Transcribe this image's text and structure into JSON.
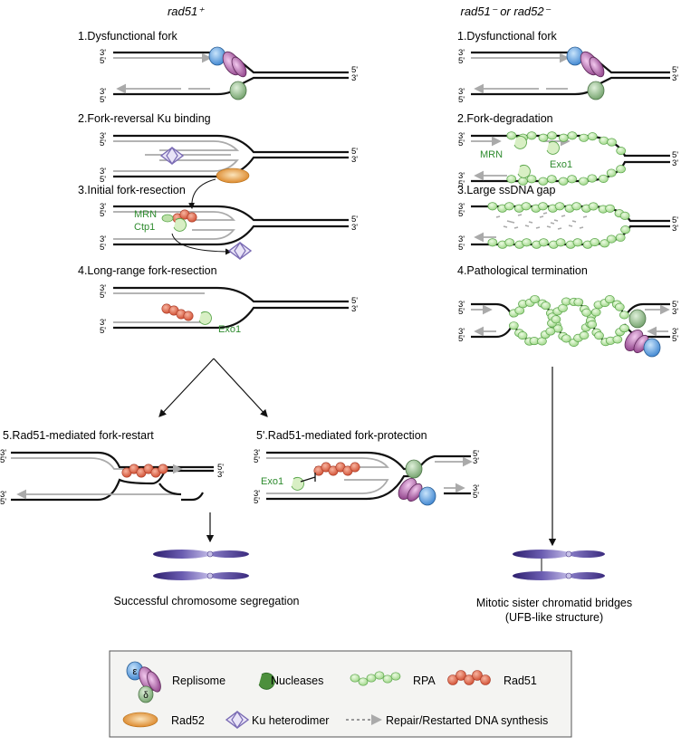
{
  "headers": {
    "left": "rad51⁺",
    "right": "rad51⁻ or rad52⁻"
  },
  "left_steps": {
    "s1": "1.Dysfunctional fork",
    "s2": "2.Fork-reversal Ku binding",
    "s3": "3.Initial fork-resection",
    "s4": "4.Long-range fork-resection",
    "s5": "5.Rad51-mediated fork-restart",
    "s5p": "5'.Rad51-mediated fork-protection"
  },
  "right_steps": {
    "s1": "1.Dysfunctional fork",
    "s2": "2.Fork-degradation",
    "s3": "3.Large ssDNA gap",
    "s4": "4.Pathological termination"
  },
  "labels": {
    "mrn": "MRN",
    "ctp1": "Ctp1",
    "exo1": "Exo1",
    "three_prime": "3'",
    "five_prime": "5'"
  },
  "outcomes": {
    "left": "Successful chromosome segregation",
    "right_line1": "Mitotic sister chromatid bridges",
    "right_line2": "(UFB-like structure)"
  },
  "legend": {
    "replisome": "Replisome",
    "nucleases": "Nucleases",
    "rpa": "RPA",
    "rad51": "Rad51",
    "rad52": "Rad52",
    "ku": "Ku heterodimer",
    "synthesis": "Repair/Restarted DNA synthesis",
    "epsilon": "ε",
    "delta": "δ"
  },
  "colors": {
    "dna": "#111111",
    "nascent": "#aaaaaa",
    "rpa": "#b8e6a3",
    "rpa_stroke": "#5aa64a",
    "rad51": "#e3674a",
    "rad51_stroke": "#a83a26",
    "rad52": "#e89a3c",
    "ku": "#8a7bc2",
    "pol_epsilon": "#4a90d9",
    "helicase": "#a0559a",
    "pol_delta": "#7fae78",
    "nuclease": "#c5e6a6",
    "chromosome": "#4a3a8a",
    "label_green": "#2e8b2e",
    "legend_bg": "#f4f4f2"
  }
}
